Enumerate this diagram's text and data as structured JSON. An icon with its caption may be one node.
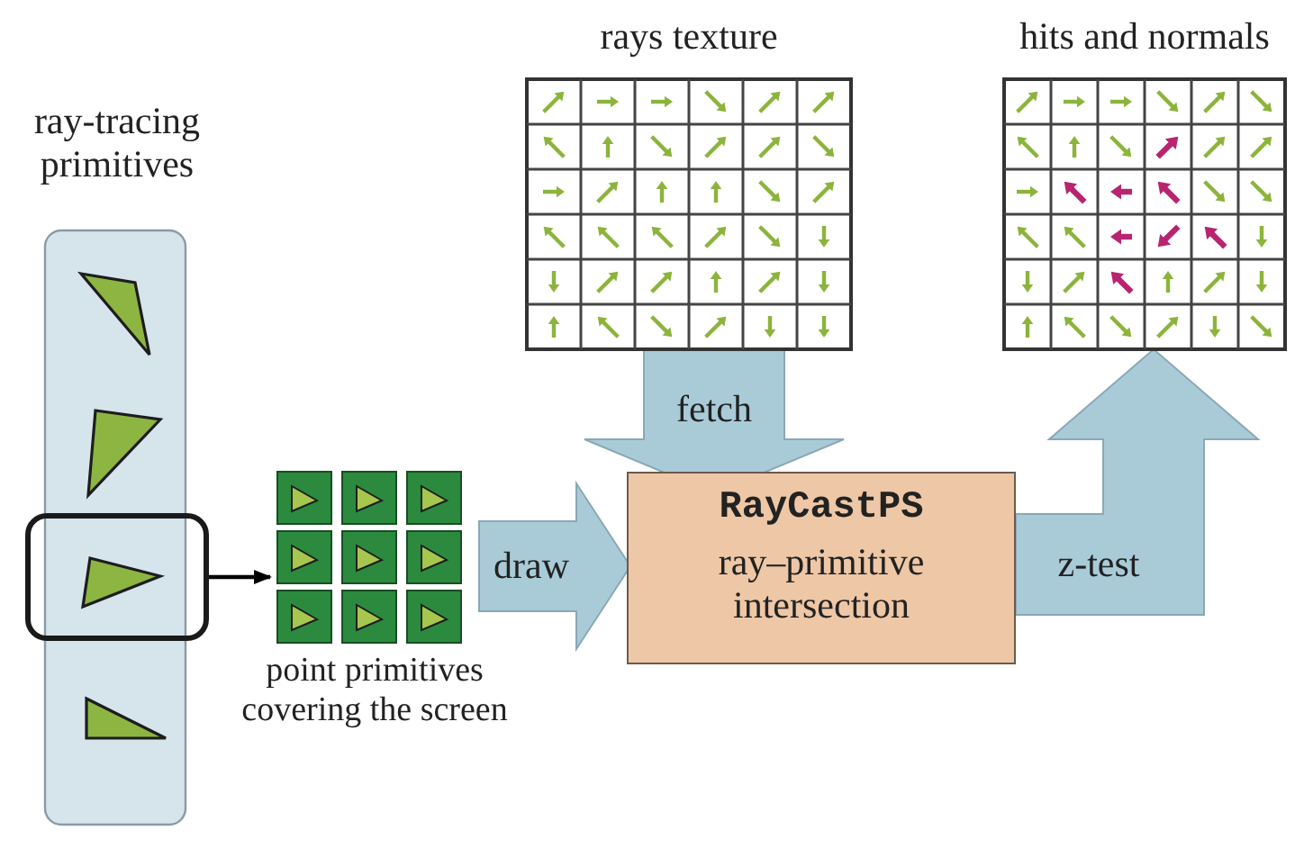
{
  "diagram": {
    "nodes": [
      {
        "text": [
          "ray-tracing primitives"
        ]
      },
      {
        "text": [],
        "shape": "box"
      },
      {
        "text": [
          "point primitives covering the screen"
        ]
      },
      {
        "text": [
          "rays texture"
        ]
      },
      {
        "text": [
          "RayCastPS",
          "ray–primitive intersection"
        ]
      },
      {
        "text": [
          "hits and normals"
        ]
      }
    ],
    "edges": [
      {
        "from": 1,
        "to": 2,
        "arrow": "to",
        "color": "#000000"
      },
      {
        "from": 2,
        "to": 4,
        "arrow": "to",
        "label": "draw",
        "style": "thick"
      },
      {
        "from": 3,
        "to": 4,
        "arrow": "to",
        "label": "fetch",
        "style": "thick"
      },
      {
        "from": 4,
        "to": 5,
        "arrow": "to",
        "label": "z-test",
        "style": "thick"
      }
    ]
  }
}
